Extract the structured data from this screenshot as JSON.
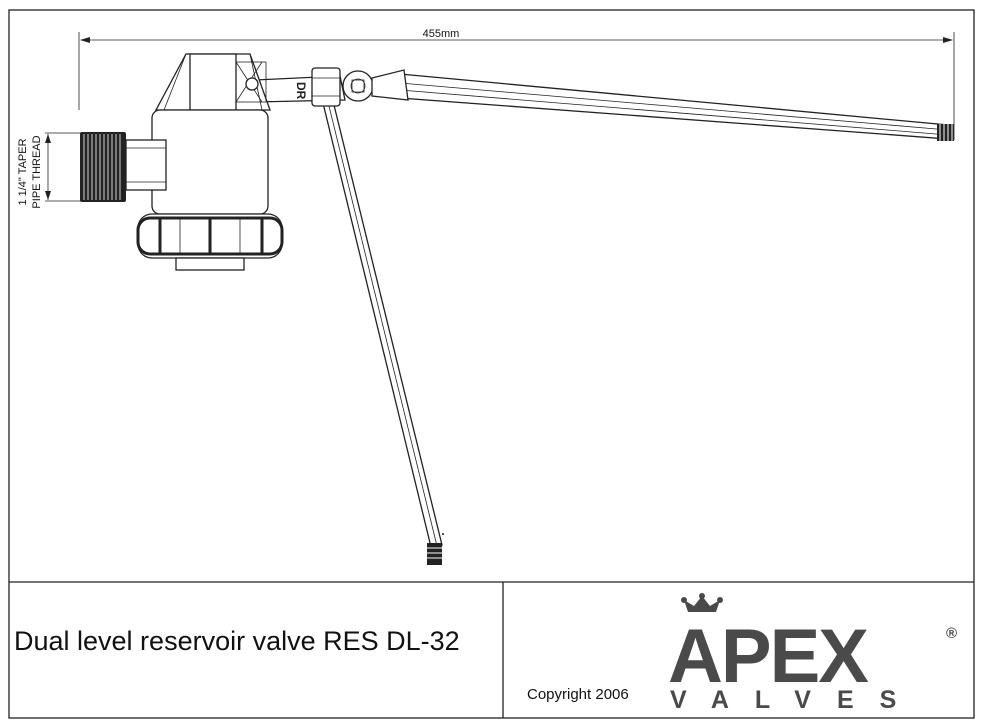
{
  "drawing": {
    "dimension_length": "455mm",
    "thread_label_line1": "1 1/4\" TAPER",
    "thread_label_line2": "PIPE THREAD",
    "arm_marking": "DR"
  },
  "title_block": {
    "title": "Dual level reservoir valve RES DL-32",
    "copyright": "Copyright 2006",
    "brand_name": "APEX",
    "brand_sub": "VALVES",
    "registered_mark": "®"
  },
  "colors": {
    "line": "#222222",
    "brand": "#4a4a4a",
    "background": "#ffffff"
  }
}
